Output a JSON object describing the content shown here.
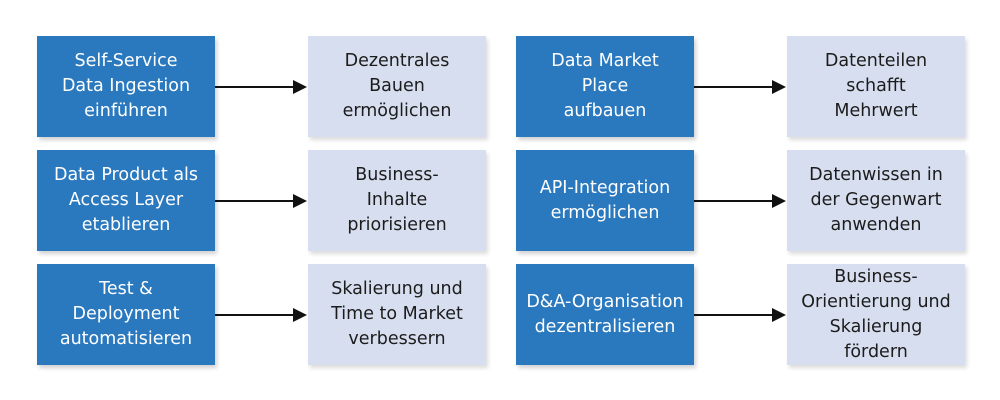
{
  "colors": {
    "action_box": "#2a78be",
    "outcome_box": "#d7deef",
    "arrow": "#111111"
  },
  "left_column": [
    {
      "action": "Self-Service\nData Ingestion\neinführen",
      "outcome": "Dezentrales\nBauen\nermöglichen"
    },
    {
      "action": "Data Product als\nAccess Layer\netablieren",
      "outcome": "Business-\nInhalte\npriorisieren"
    },
    {
      "action": "Test &\nDeployment\nautomatisieren",
      "outcome": "Skalierung und\nTime to Market\nverbessern"
    }
  ],
  "right_column": [
    {
      "action": "Data Market\nPlace\naufbauen",
      "outcome": "Datenteilen\nschafft\nMehrwert"
    },
    {
      "action": "API-Integration\nermöglichen",
      "outcome": "Datenwissen in\nder Gegenwart\nanwenden"
    },
    {
      "action": "D&A-Organisation\ndezentralisieren",
      "outcome": "Business-\nOrientierung und\nSkalierung fördern"
    }
  ]
}
